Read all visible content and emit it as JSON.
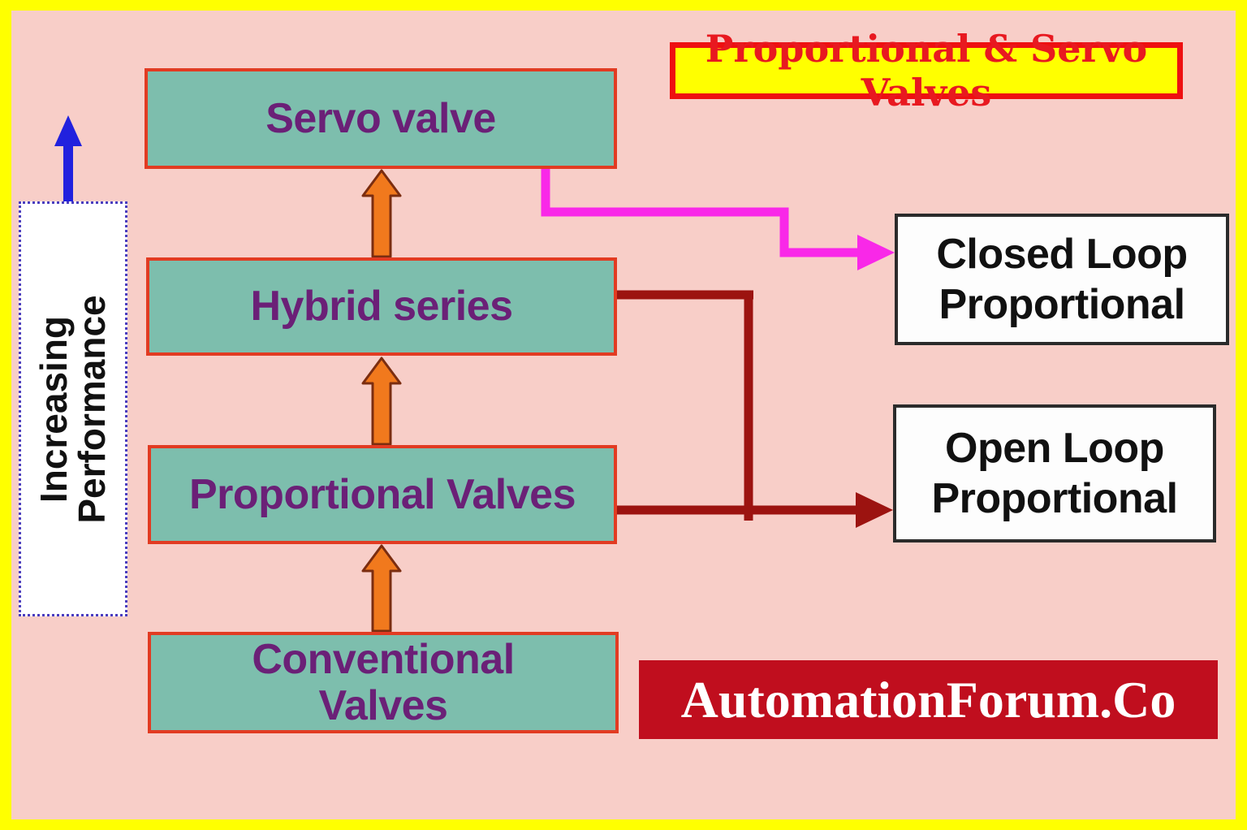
{
  "title": {
    "label": "Proportional & Servo Valves"
  },
  "performance_axis": {
    "label": "Increasing\nPerformance"
  },
  "levels": [
    {
      "label": "Servo valve"
    },
    {
      "label": "Hybrid series"
    },
    {
      "label": "Proportional Valves"
    },
    {
      "label": "Conventional\nValves"
    }
  ],
  "outputs": [
    {
      "label": "Closed Loop\nProportional"
    },
    {
      "label": "Open Loop\nProportional"
    }
  ],
  "watermark": {
    "label": "AutomationForum.Co"
  },
  "connectors": [
    {
      "from": "Servo valve",
      "to": "Closed Loop Proportional",
      "color": "#F928E8"
    },
    {
      "from": "Hybrid series",
      "to": "Open Loop Proportional",
      "color": "#9C1310"
    },
    {
      "from": "Proportional Valves",
      "to": "Open Loop Proportional",
      "color": "#9C1310"
    }
  ],
  "colors": {
    "frame": "#FFFF00",
    "background": "#F8CEC8",
    "level_box_fill": "#7DBEAD",
    "level_box_border": "#E23B22",
    "level_text": "#6B2077",
    "arrow_orange": "#F1791D",
    "arrow_orange_outline": "#7B2D10",
    "arrow_blue": "#2121DE",
    "connector_magenta": "#F928E8",
    "connector_dark_red": "#9C1310",
    "title_fill": "#FFFF00",
    "title_border": "#EE1011",
    "title_text": "#E81920",
    "output_box_fill": "#FDFDFD",
    "output_box_border": "#2B2B2B",
    "output_text": "#111111",
    "banner_fill": "#C00E1E",
    "banner_text": "#FFFFFF",
    "performance_border": "#4A3DBF",
    "performance_text": "#111111"
  }
}
